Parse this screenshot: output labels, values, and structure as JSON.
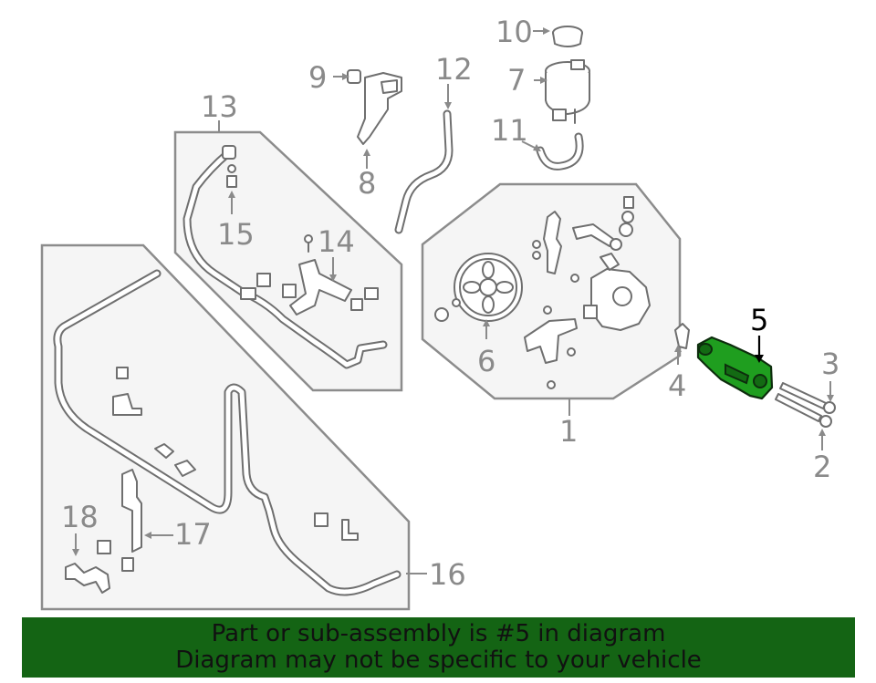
{
  "callouts": {
    "c1": "1",
    "c2": "2",
    "c3": "3",
    "c4": "4",
    "c5": "5",
    "c6": "6",
    "c7": "7",
    "c8": "8",
    "c9": "9",
    "c10": "10",
    "c11": "11",
    "c12": "12",
    "c13": "13",
    "c14": "14",
    "c15": "15",
    "c16": "16",
    "c17": "17",
    "c18": "18"
  },
  "highlighted_part": "5",
  "colors": {
    "highlight": "#1f9e1f",
    "banner_bg": "#146414",
    "callout": "#8a8a8a"
  },
  "banner": {
    "line1": "Part or sub-assembly is #5 in diagram",
    "line2": "Diagram may not be specific to your vehicle"
  }
}
